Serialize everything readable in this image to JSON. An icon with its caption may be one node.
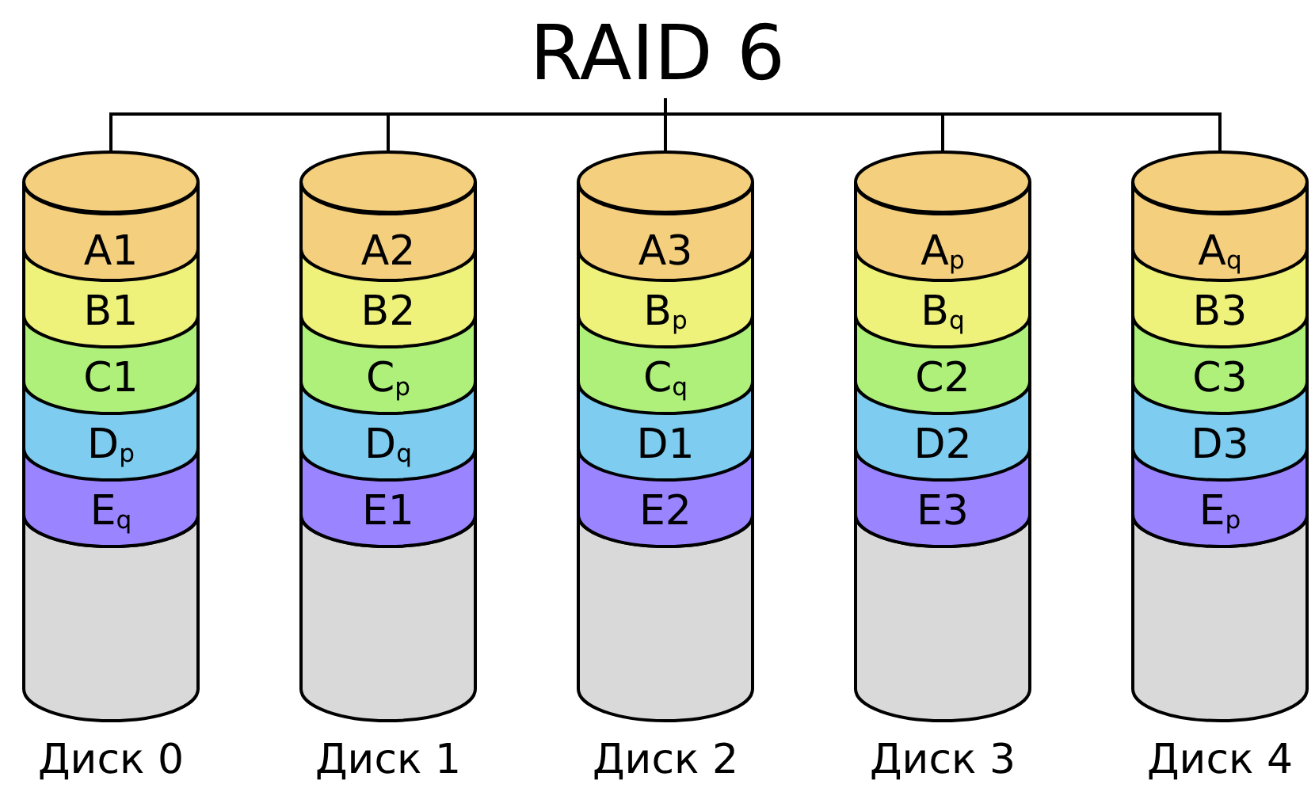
{
  "diagram": {
    "nodes": [
      {
        "text": [
          "RAID 6"
        ]
      },
      {
        "text": [],
        "shape": "cylinder",
        "beside": [
          "Диск 0"
        ]
      },
      {
        "text": [
          "A1"
        ],
        "in": 1
      },
      {
        "text": [
          "B1"
        ],
        "in": 1
      },
      {
        "text": [
          "C1"
        ],
        "in": 1
      },
      {
        "text": [
          "D$_{p}$"
        ],
        "in": 1
      },
      {
        "text": [
          "E$_{q}$"
        ],
        "in": 1
      },
      {
        "text": [],
        "shape": "cylinder",
        "beside": [
          "Диск 1"
        ]
      },
      {
        "text": [
          "A2"
        ],
        "in": 7
      },
      {
        "text": [
          "B2"
        ],
        "in": 7
      },
      {
        "text": [
          "C$_{p}$"
        ],
        "in": 7
      },
      {
        "text": [
          "D$_{q}$"
        ],
        "in": 7
      },
      {
        "text": [
          "E1"
        ],
        "in": 7
      },
      {
        "text": [],
        "shape": "cylinder",
        "beside": [
          "Диск 2"
        ]
      },
      {
        "text": [
          "A3"
        ],
        "in": 13
      },
      {
        "text": [
          "B$_{p}$"
        ],
        "in": 13
      },
      {
        "text": [
          "C$_{q}$"
        ],
        "in": 13
      },
      {
        "text": [
          "D1"
        ],
        "in": 13
      },
      {
        "text": [
          "E2"
        ],
        "in": 13
      },
      {
        "text": [],
        "shape": "cylinder",
        "beside": [
          "Диск 3"
        ]
      },
      {
        "text": [
          "A$_{p}$"
        ],
        "in": 19
      },
      {
        "text": [
          "B$_{q}$"
        ],
        "in": 19
      },
      {
        "text": [
          "C2"
        ],
        "in": 19
      },
      {
        "text": [
          "D2"
        ],
        "in": 19
      },
      {
        "text": [
          "E3"
        ],
        "in": 19
      },
      {
        "text": [],
        "shape": "cylinder",
        "beside": [
          "Диск 4"
        ]
      },
      {
        "text": [
          "A$_{q}$"
        ],
        "in": 25
      },
      {
        "text": [
          "B3"
        ],
        "in": 25
      },
      {
        "text": [
          "C3"
        ],
        "in": 25
      },
      {
        "text": [
          "D3"
        ],
        "in": 25
      },
      {
        "text": [
          "E$_{p}$"
        ],
        "in": 25
      }
    ],
    "edges": [
      {
        "from": 0,
        "to": 1,
        "arrow": "none"
      },
      {
        "from": 0,
        "to": 7,
        "arrow": "none"
      },
      {
        "from": 0,
        "to": 13,
        "arrow": "none"
      },
      {
        "from": 0,
        "to": 19,
        "arrow": "none"
      },
      {
        "from": 0,
        "to": 25,
        "arrow": "none"
      }
    ]
  }
}
